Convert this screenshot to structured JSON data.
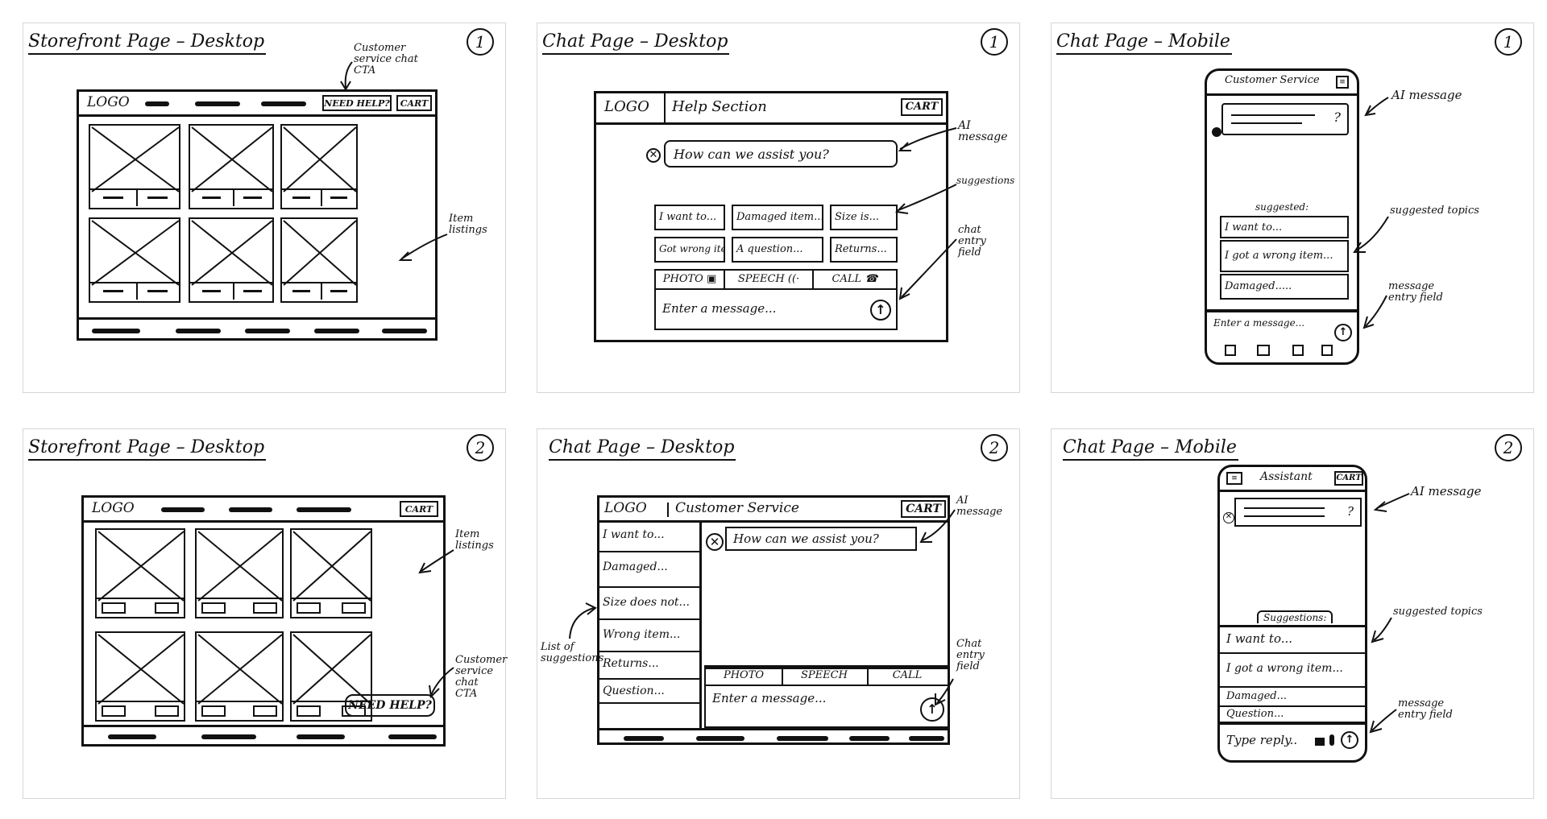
{
  "panel1": {
    "title": "Storefront Page – Desktop",
    "number": "1",
    "logo": "LOGO",
    "need_help": "NEED HELP?",
    "cart": "CART",
    "ann_cta": "Customer service chat CTA",
    "ann_items": "Item listings"
  },
  "panel2": {
    "title": "Chat Page – Desktop",
    "number": "1",
    "logo": "LOGO",
    "header": "Help Section",
    "cart": "CART",
    "ai_msg": "How can we assist you?",
    "s1": "I want to...",
    "s2": "Damaged item...",
    "s3": "Size is...",
    "s4": "Got wrong item",
    "s5": "A question...",
    "s6": "Returns...",
    "photo": "PHOTO",
    "speech": "SPEECH",
    "call": "CALL",
    "input": "Enter a message...",
    "ann_ai": "AI message",
    "ann_sugg": "suggestions",
    "ann_entry": "chat entry field"
  },
  "panel3": {
    "title": "Chat Page – Mobile",
    "number": "1",
    "header": "Customer Service",
    "suggested": "suggested:",
    "s1": "I want to...",
    "s2": "I got a wrong item...",
    "s3": "Damaged.....",
    "input": "Enter a message...",
    "ann_ai": "AI message",
    "ann_topics": "suggested topics",
    "ann_entry": "message entry field"
  },
  "panel4": {
    "title": "Storefront Page – Desktop",
    "number": "2",
    "logo": "LOGO",
    "cart": "CART",
    "need_help": "NEED HELP?",
    "ann_items": "Item listings",
    "ann_cta": "Customer service chat CTA"
  },
  "panel5": {
    "title": "Chat Page – Desktop",
    "number": "2",
    "logo": "LOGO",
    "header": "Customer Service",
    "cart": "CART",
    "list": [
      "I want to...",
      "Damaged...",
      "Size does not...",
      "Wrong item...",
      "Returns...",
      "Question..."
    ],
    "ai_msg": "How can we assist you?",
    "photo": "PHOTO",
    "speech": "SPEECH",
    "call": "CALL",
    "input": "Enter a message...",
    "ann_ai": "AI message",
    "ann_list": "List of suggestions",
    "ann_entry": "Chat entry field"
  },
  "panel6": {
    "title": "Chat Page – Mobile",
    "number": "2",
    "header": "Assistant",
    "cart": "CART",
    "suggestions": "Suggestions:",
    "s1": "I want to...",
    "s2": "I got a wrong item...",
    "s3": "Damaged...",
    "s4": "Question...",
    "input": "Type reply..",
    "ann_ai": "AI message",
    "ann_topics": "suggested topics",
    "ann_entry": "message entry field"
  }
}
